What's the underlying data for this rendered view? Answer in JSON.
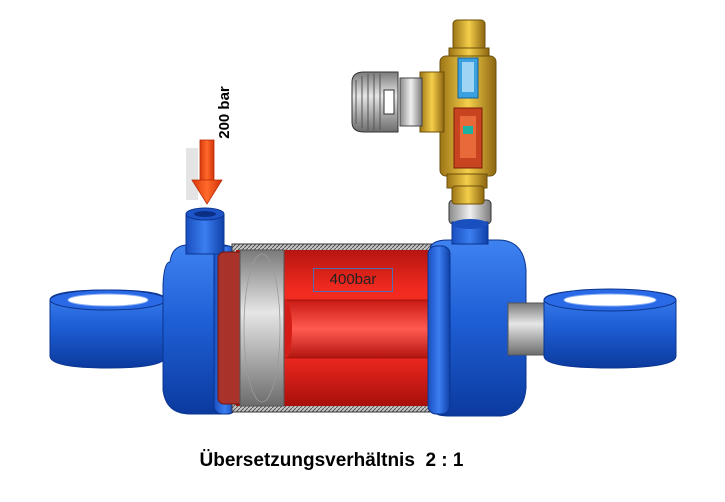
{
  "input_pressure_label": "200 bar",
  "chamber_pressure_label": "400bar",
  "caption": "Übersetzungsverhältnis  2 : 1",
  "colors": {
    "housing_blue": "#1f5fd6",
    "housing_dark": "#0d3a9c",
    "chamber_red": "#e8221b",
    "piston_grey": "#b9b9b9",
    "arrow_orange": "#ff4a12",
    "brass": "#e0b22a"
  }
}
